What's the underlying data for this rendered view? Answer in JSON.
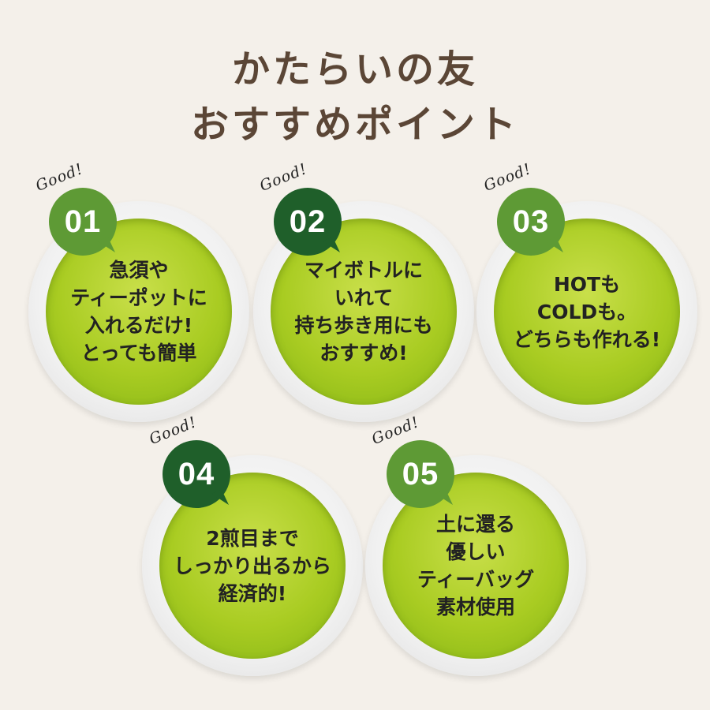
{
  "title": {
    "line1": "かたらいの友",
    "line2": "おすすめポイント"
  },
  "good_label": "Good!",
  "colors": {
    "background": "#f4f0ea",
    "title": "#5b4636",
    "badge_light": "#5e9a35",
    "badge_dark": "#1f5f2a",
    "tea": "#a9cc22"
  },
  "points": [
    {
      "number": "01",
      "lines": [
        "急須や",
        "ティーポットに",
        "入れるだけ!",
        "とっても簡単"
      ]
    },
    {
      "number": "02",
      "lines": [
        "マイボトルに",
        "いれて",
        "持ち歩き用にも",
        "おすすめ!"
      ]
    },
    {
      "number": "03",
      "lines": [
        "HOTも",
        "COLDも。",
        "どちらも作れる!"
      ]
    },
    {
      "number": "04",
      "lines": [
        "2煎目まで",
        "しっかり出るから",
        "経済的!"
      ]
    },
    {
      "number": "05",
      "lines": [
        "土に還る",
        "優しい",
        "ティーバッグ",
        "素材使用"
      ]
    }
  ]
}
